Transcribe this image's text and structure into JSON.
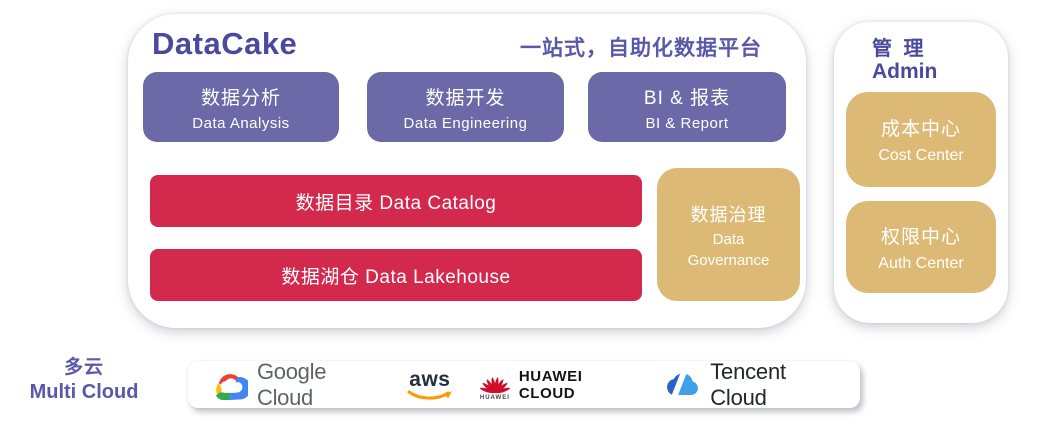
{
  "platform": {
    "title": "DataCake",
    "subtitle": "一站式，自助化数据平台",
    "apps": [
      {
        "zh": "数据分析",
        "en": "Data Analysis"
      },
      {
        "zh": "数据开发",
        "en": "Data Engineering"
      },
      {
        "zh": "BI & 报表",
        "en": "BI & Report"
      }
    ],
    "layers": [
      "数据目录 Data Catalog",
      "数据湖仓 Data Lakehouse"
    ],
    "governance": {
      "zh": "数据治理",
      "en1": "Data",
      "en2": "Governance"
    }
  },
  "admin": {
    "title_zh": "管 理",
    "title_en": "Admin",
    "boxes": [
      {
        "zh": "成本中心",
        "en": "Cost Center"
      },
      {
        "zh": "权限中心",
        "en": "Auth Center"
      }
    ]
  },
  "multicloud": {
    "zh": "多云",
    "en": "Multi Cloud",
    "providers": [
      {
        "label": "Google Cloud"
      },
      {
        "label": "aws"
      },
      {
        "label": "HUAWEI CLOUD",
        "icon_caption": "HUAWEI"
      },
      {
        "label": "Tencent Cloud"
      }
    ]
  },
  "colors": {
    "title_purple": "#4b499e",
    "subtitle_purple": "#5a58a8",
    "app_block_purple": "#6b69a8",
    "layer_red": "#d2294d",
    "gold": "#dcba76",
    "google_text_gray": "#5f6368",
    "aws_navy": "#252f3e",
    "aws_orange": "#ff9900",
    "huawei_red": "#ce0e2d",
    "tencent_blue": "#3fa2e9"
  }
}
